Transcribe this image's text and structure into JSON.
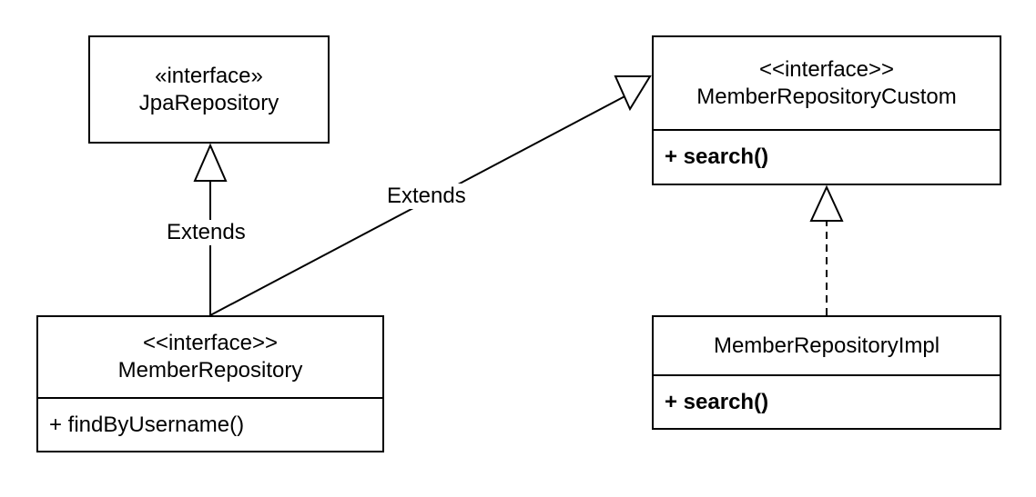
{
  "boxes": {
    "jpa_repository": {
      "stereotype": "«interface»",
      "name": "JpaRepository"
    },
    "member_repository_custom": {
      "stereotype": "<<interface>>",
      "name": "MemberRepositoryCustom",
      "operation": "+ search()"
    },
    "member_repository": {
      "stereotype": "<<interface>>",
      "name": "MemberRepository",
      "operation": "+ findByUsername()"
    },
    "member_repository_impl": {
      "name": "MemberRepositoryImpl",
      "operation": "+ search()"
    }
  },
  "edges": {
    "member_repo_to_jpa": {
      "label": "Extends",
      "style": "solid"
    },
    "member_repo_to_custom": {
      "label": "Extends",
      "style": "solid"
    },
    "impl_to_custom": {
      "label": "",
      "style": "dashed"
    }
  }
}
